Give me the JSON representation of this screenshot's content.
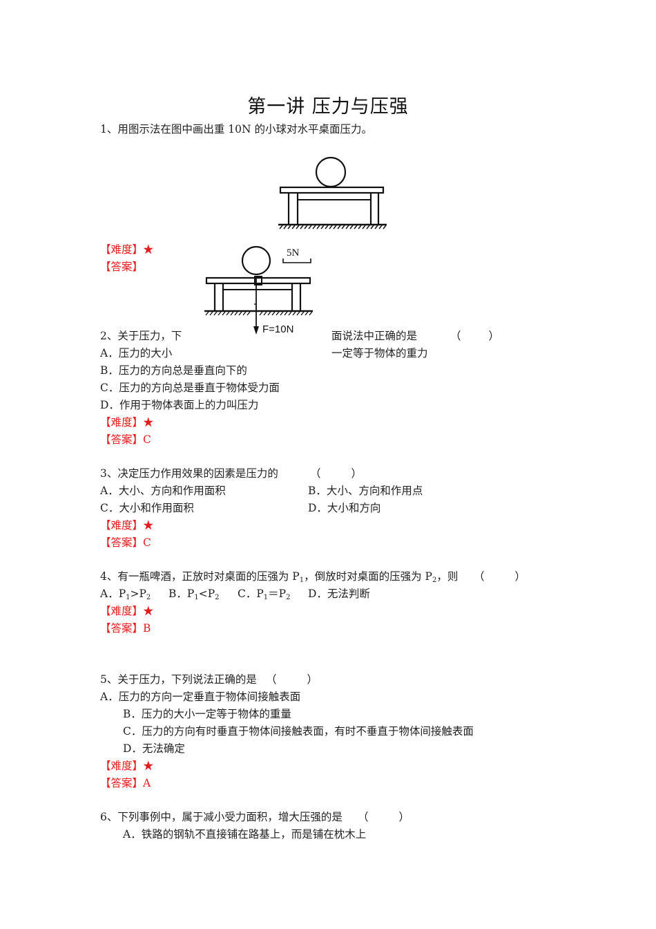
{
  "title": "第一讲 压力与压强",
  "q1": {
    "stem": "1、用图示法在图中画出重 10N 的小球对水平桌面压力。",
    "difficulty_label": "【难度】",
    "difficulty_stars": "★",
    "answer_label": "【答案】",
    "answer_value": "",
    "answer_figure": {
      "scale_label": "5N",
      "force_label": "F=10N"
    }
  },
  "q2": {
    "stem_part1": "2、关于压力，下",
    "stem_part2": "面说法中正确的是",
    "paren_open": "（",
    "paren_close": "）",
    "options": {
      "A_part1": "A．压力的大小",
      "A_part2": "一定等于物体的重力",
      "B": "B．压力的方向总是垂直向下的",
      "C": "C．压力的方向总是垂直于物体受力面",
      "D": "D．作用于物体表面上的力叫压力"
    },
    "difficulty_label": "【难度】",
    "difficulty_stars": "★",
    "answer_label": "【答案】",
    "answer_value": "C"
  },
  "q3": {
    "stem": "3、决定压力作用效果的因素是压力的",
    "paren_open": "（",
    "paren_close": "）",
    "options": {
      "A": "A．大小、方向和作用面积",
      "B": "B．大小、方向和作用点",
      "C": "C．大小和作用面积",
      "D": "D．大小和方向"
    },
    "difficulty_label": "【难度】",
    "difficulty_stars": "★",
    "answer_label": "【答案】",
    "answer_value": "C"
  },
  "q4": {
    "stem_a": "4、有一瓶啤酒，正放时对桌面的压强为 P",
    "sub1": "1",
    "stem_b": "，倒放时对桌面的压强为 P",
    "sub2": "2",
    "stem_c": "，则",
    "paren_open": "（",
    "paren_close": "）",
    "options": {
      "A_prefix": "A．P",
      "A_mid": ">P",
      "B_prefix": "B．P",
      "B_mid": "<P",
      "C_prefix": "C．P",
      "C_mid": "＝P",
      "D": "D．无法判断",
      "s1": "1",
      "s2": "2"
    },
    "difficulty_label": "【难度】",
    "difficulty_stars": "★",
    "answer_label": "【答案】",
    "answer_value": "B"
  },
  "q5": {
    "stem": "5、关于压力，下列说法正确的是",
    "paren_open": "（",
    "paren_close": "）",
    "options": {
      "A": "A．压力的方向一定垂直于物体间接触表面",
      "B": "B．压力的大小一定等于物体的重量",
      "C": "C．压力的方向有时垂直于物体间接触表面，有时不垂直于物体间接触表面",
      "D": "D．无法确定"
    },
    "difficulty_label": "【难度】",
    "difficulty_stars": "★",
    "answer_label": "【答案】",
    "answer_value": "A"
  },
  "q6": {
    "stem": "6、下列事例中，属于减小受力面积，增大压强的是",
    "paren_open": "（",
    "paren_close": "）",
    "options": {
      "A": "A．铁路的钢轨不直接铺在路基上，而是铺在枕木上"
    }
  }
}
